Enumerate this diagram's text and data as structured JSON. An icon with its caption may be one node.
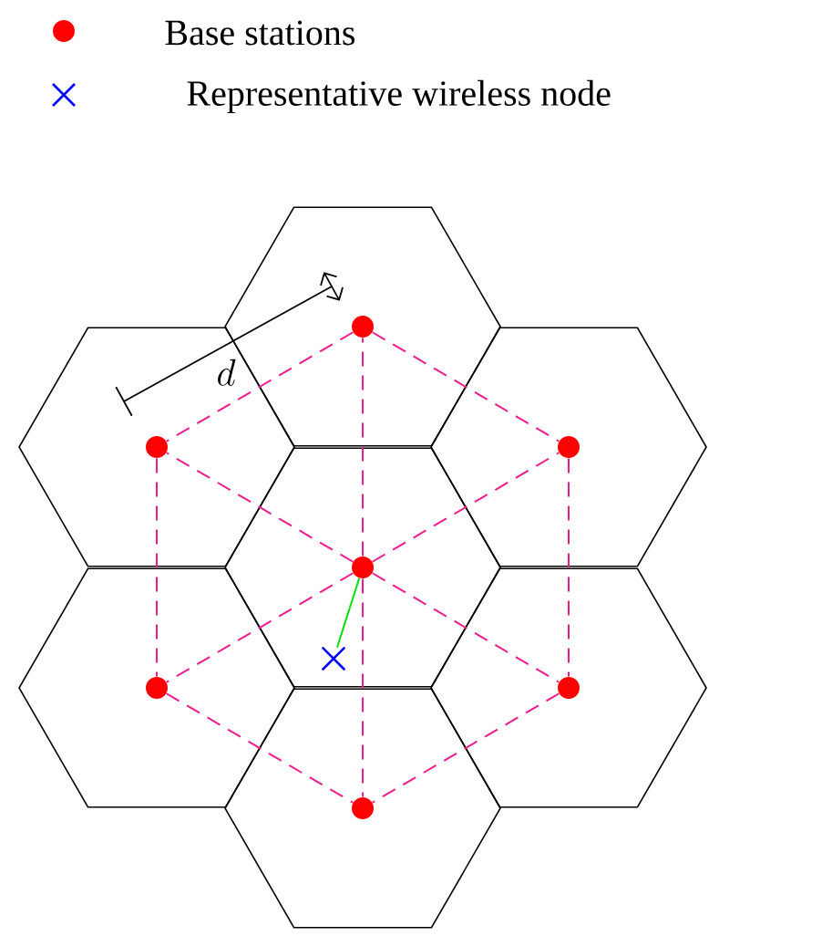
{
  "diagram": {
    "nodes": [
      {
        "text": [],
        "shape": "circle"
      },
      {
        "text": [],
        "shape": "circle"
      },
      {
        "text": [],
        "shape": "circle"
      },
      {
        "text": [],
        "shape": "circle"
      },
      {
        "text": [],
        "shape": "cross"
      },
      {
        "text": [],
        "shape": "circle"
      },
      {
        "text": [],
        "shape": "circle"
      },
      {
        "text": [],
        "shape": "circle"
      }
    ],
    "edges": [
      {
        "from": 0,
        "to": 1,
        "arrow": "none",
        "style": "dashed"
      },
      {
        "from": 0,
        "to": 2,
        "arrow": "none",
        "style": "dashed"
      },
      {
        "from": 1,
        "to": 5,
        "arrow": "none",
        "style": "dashed"
      },
      {
        "from": 2,
        "to": 6,
        "arrow": "none",
        "style": "dashed"
      },
      {
        "from": 5,
        "to": 7,
        "arrow": "none",
        "style": "dashed"
      },
      {
        "from": 6,
        "to": 7,
        "arrow": "none",
        "style": "dashed"
      },
      {
        "from": 3,
        "to": 0,
        "arrow": "none",
        "style": "dashed"
      },
      {
        "from": 3,
        "to": 7,
        "arrow": "none",
        "style": "dashed"
      },
      {
        "from": 3,
        "to": 1,
        "arrow": "none",
        "style": "dashed"
      },
      {
        "from": 3,
        "to": 6,
        "arrow": "none",
        "style": "dashed"
      },
      {
        "from": 3,
        "to": 2,
        "arrow": "none",
        "style": "dashed"
      },
      {
        "from": 3,
        "to": 5,
        "arrow": "none",
        "style": "dashed"
      },
      {
        "from": 3,
        "to": 4,
        "arrow": "none",
        "color": "#00e000"
      }
    ],
    "labels": [
      "d"
    ],
    "legend": [
      {
        "text": "Base stations"
      },
      {
        "text": "Representative wireless node"
      }
    ]
  }
}
